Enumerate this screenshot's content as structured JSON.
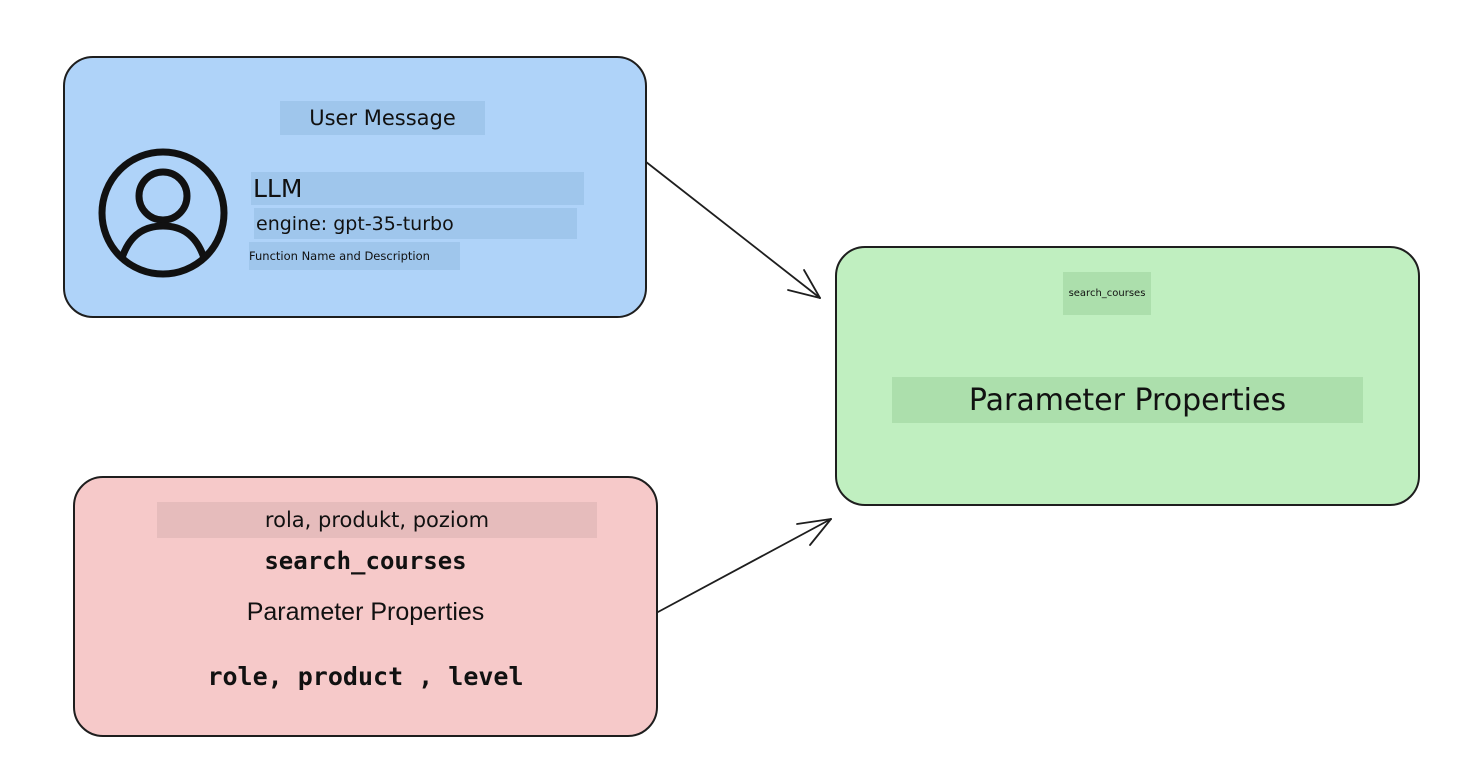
{
  "user_box": {
    "title": "User Message",
    "llm_label": "LLM",
    "engine_label": "engine: gpt-35-turbo",
    "function_label": "Function Name and Description",
    "icon": "user-avatar-icon",
    "color": "#afd3f9"
  },
  "function_box": {
    "function_name": "search_courses",
    "parameters_label": "Parameter Properties",
    "color": "#c0efc0"
  },
  "params_box": {
    "polish_params": "rola, produkt, poziom",
    "function_name": "search_courses",
    "parameters_label": "Parameter Properties",
    "params": "role, product , level",
    "color": "#f6c9c9"
  },
  "arrows": [
    {
      "from": "user_box",
      "to": "function_box"
    },
    {
      "from": "params_box",
      "to": "function_box"
    }
  ]
}
